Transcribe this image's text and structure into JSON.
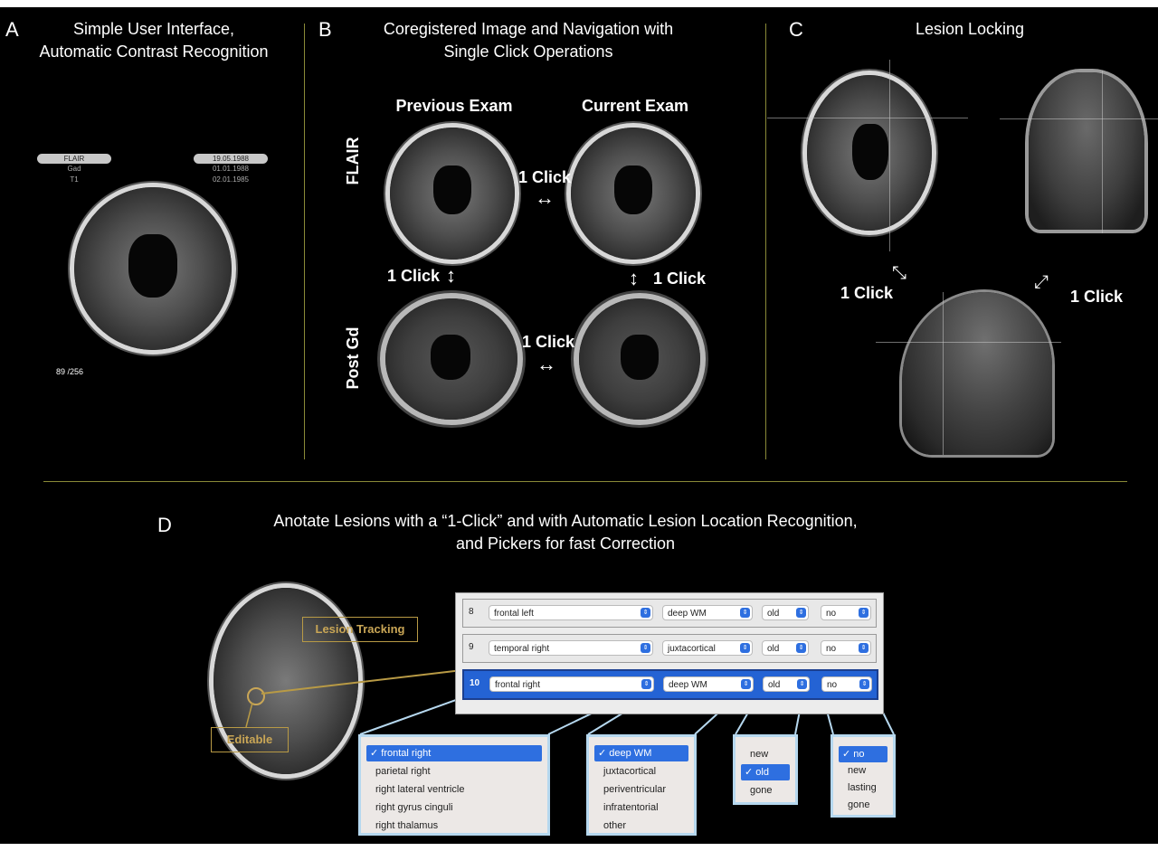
{
  "panels": {
    "a": {
      "letter": "A",
      "title_line1": "Simple User Interface,",
      "title_line2": "Automatic Contrast Recognition",
      "sequence_selected": "FLAIR",
      "sequence_options": [
        "Gad",
        "T1"
      ],
      "date_selected": "19.05.1988",
      "date_options": [
        "01.01.1988",
        "02.01.1985"
      ],
      "slice_counter": "89  /256"
    },
    "b": {
      "letter": "B",
      "title_line1": "Coregistered Image and Navigation with",
      "title_line2": "Single Click Operations",
      "col_previous": "Previous Exam",
      "col_current": "Current Exam",
      "row_flair": "FLAIR",
      "row_postgd": "Post Gd",
      "click_top": "1 Click",
      "click_left": "1 Click",
      "click_right": "1 Click",
      "click_bottom": "1 Click",
      "arrow_horizontal": "↔",
      "arrow_vertical": "↕"
    },
    "c": {
      "letter": "C",
      "title": "Lesion Locking",
      "click_left": "1 Click",
      "click_right": "1 Click",
      "arrow_left": "⤡",
      "arrow_right": "⤢"
    },
    "d": {
      "letter": "D",
      "title_line1": "Anotate Lesions with a “1-Click” and with Automatic Lesion Location Recognition,",
      "title_line2": "and Pickers for fast Correction",
      "lesion_tracking": "Lesion Tracking",
      "editable": "Editable"
    }
  },
  "table": {
    "chevron": "⇕",
    "rows": [
      {
        "num": "8",
        "location": "frontal left",
        "type": "deep WM",
        "status": "old",
        "enhancing": "no",
        "selected": false
      },
      {
        "num": "9",
        "location": "temporal right",
        "type": "juxtacortical",
        "status": "old",
        "enhancing": "no",
        "selected": false
      },
      {
        "num": "10",
        "location": "frontal right",
        "type": "deep WM",
        "status": "old",
        "enhancing": "no",
        "selected": true
      }
    ]
  },
  "pickers": {
    "location": {
      "items": [
        "frontal right",
        "parietal right",
        "right lateral ventricle",
        "right gyrus cinguli",
        "right thalamus"
      ],
      "selected": "frontal right"
    },
    "type": {
      "items": [
        "deep WM",
        "juxtacortical",
        "periventricular",
        "infratentorial",
        "other"
      ],
      "selected": "deep WM"
    },
    "status": {
      "items": [
        "new",
        "old",
        "gone"
      ],
      "selected": "old"
    },
    "enhancing": {
      "items": [
        "no",
        "new",
        "lasting",
        "gone"
      ],
      "selected": "no"
    },
    "checkmark": "✓"
  },
  "colors": {
    "separator": "#8a8a38",
    "accent_blue": "#2e6fe0",
    "gold": "#c9a656",
    "popup_border": "#b6d8ef"
  }
}
